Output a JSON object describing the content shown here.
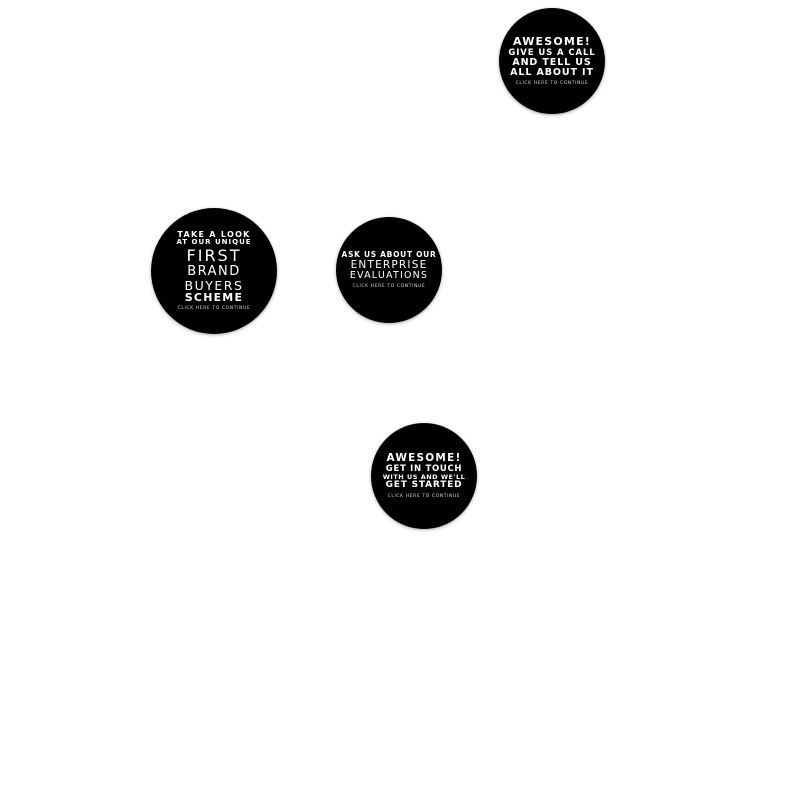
{
  "badges": [
    {
      "lines": [
        "Awesome!",
        "Give us a call",
        "and tell us",
        "all about it"
      ],
      "cta": "Click here to continue"
    },
    {
      "lines": [
        "Take a look",
        "at our unique",
        "First",
        "Brand",
        "Buyers",
        "Scheme"
      ],
      "cta": "Click here to continue"
    },
    {
      "lines": [
        "Ask us about our",
        "Enterprise",
        "Evaluations"
      ],
      "cta": "Click here to continue"
    },
    {
      "lines": [
        "Awesome!",
        "Get in touch",
        "with us and we'll",
        "get started"
      ],
      "cta": "Click here to continue"
    }
  ]
}
